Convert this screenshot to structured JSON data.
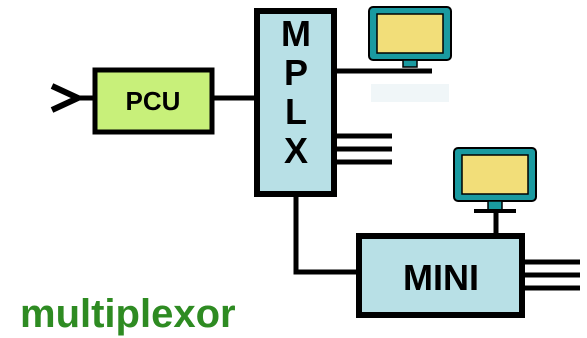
{
  "diagram": {
    "pcu_label": "PCU",
    "mplx_letters": [
      "M",
      "P",
      "L",
      "X"
    ],
    "mini_label": "MINI",
    "caption": "multiplexor"
  },
  "colors": {
    "pcu_fill": "#c8f07a",
    "box_fill": "#b8e0e6",
    "monitor_frame": "#1a9aa0",
    "monitor_screen": "#f2de79",
    "caption": "#2e8b22",
    "line": "#000000"
  },
  "icons": [
    "monitor-icon",
    "input-arrow-icon"
  ]
}
